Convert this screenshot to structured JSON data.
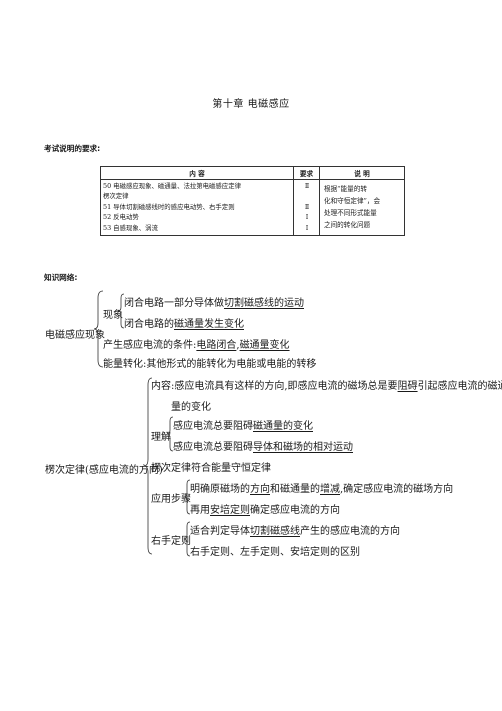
{
  "page": {
    "title": "第十章  电磁感应"
  },
  "exam": {
    "heading": "考试说明的要求:",
    "headers": [
      "内    容",
      "要求",
      "说    明"
    ],
    "rows": [
      {
        "content": "50 电磁感应现象、磁通量、法拉第电磁感应定律",
        "level": "Ⅱ"
      },
      {
        "content": "楞次定律",
        "level": ""
      },
      {
        "content": "51 导体切割磁感线时的感应电动势、右手定则",
        "level": "Ⅱ"
      },
      {
        "content": "52 反电动势",
        "level": "Ⅰ"
      },
      {
        "content": "53 自感现象、涡流",
        "level": "Ⅰ"
      }
    ],
    "note_lines": [
      "根据“能量的转",
      "化和守恒定律”，会",
      "处理不同形式能量",
      "之间的转化问题"
    ]
  },
  "network": {
    "heading": "知识网络:",
    "induction": {
      "root": "电磁感应现象",
      "phenomenon_label": "现象",
      "phenomenon_items": [
        "闭合电路一部分导体做切割磁感线的运动",
        "闭合电路的磁通量发生变化"
      ],
      "condition": "产生感应电流的条件:电路闭合,磁通量变化",
      "energy": "能量转化:其他形式的能转化为电能或电能的转移"
    },
    "lenz": {
      "root": "楞次定律(感应电流的方向)",
      "content_line1": "内容:感应电流具有这样的方向,即感应电流的磁场总是要阻碍引起感应电流的磁通",
      "content_line2": "量的变化",
      "understand_label": "理解",
      "understand_items": [
        "感应电流总要阻碍磁通量的变化",
        "感应电流总要阻碍导体和磁场的相对运动"
      ],
      "energy_item": "楞次定律符合能量守恒定律",
      "steps_label": "应用步骤",
      "steps_items": [
        "明确原磁场的方向和磁通量的增减,确定感应电流的磁场方向",
        "再用安培定则确定感应电流的方向"
      ],
      "right_hand_label": "右手定则",
      "right_hand_items": [
        "适合判定导体切割磁感线产生的感应电流的方向",
        "右手定则、左手定则、安培定则的区别"
      ]
    }
  }
}
